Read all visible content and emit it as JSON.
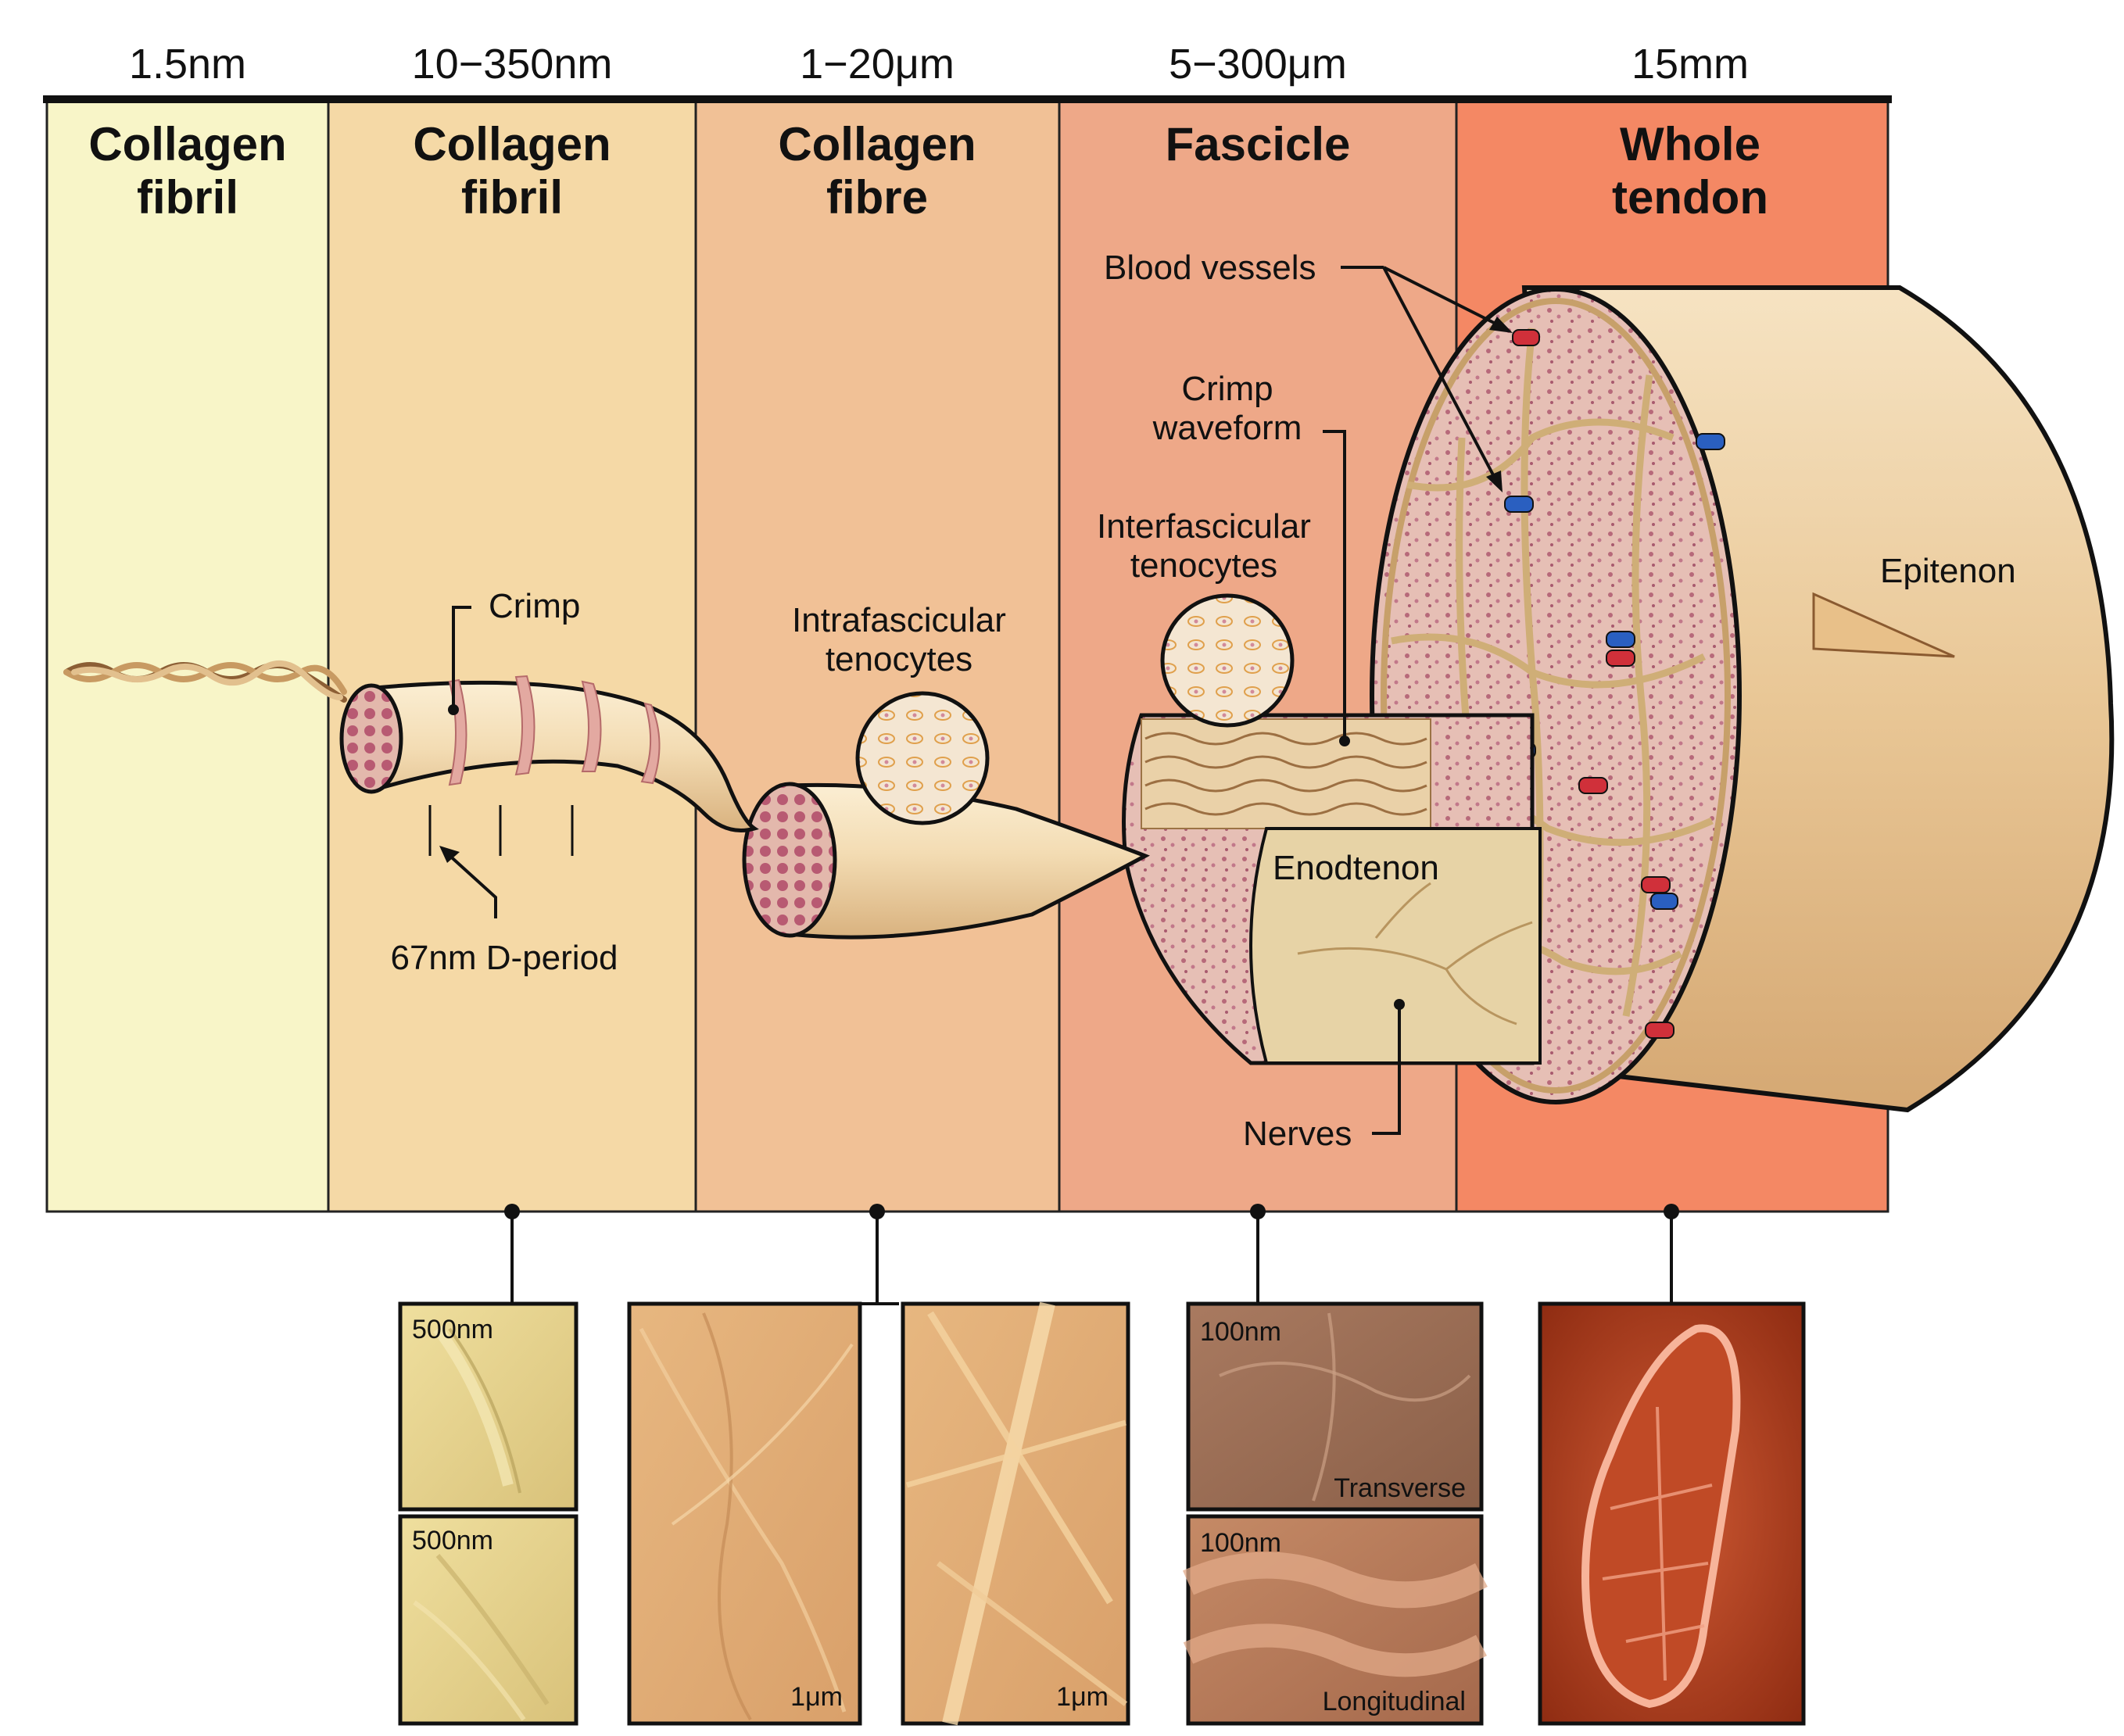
{
  "panels": [
    {
      "scale": "1.5nm",
      "title_line1": "Collagen",
      "title_line2": "fibril",
      "color": "#f8f5c8"
    },
    {
      "scale": "10−350nm",
      "title_line1": "Collagen",
      "title_line2": "fibril",
      "color": "#f5d9a6"
    },
    {
      "scale": "1−20μm",
      "title_line1": "Collagen",
      "title_line2": "fibre",
      "color": "#f1c196"
    },
    {
      "scale": "5−300μm",
      "title_line1": "Fascicle",
      "title_line2": "",
      "color": "#eea888"
    },
    {
      "scale": "15mm",
      "title_line1": "Whole",
      "title_line2": "tendon",
      "color": "#f48864"
    }
  ],
  "labels": {
    "crimp": "Crimp",
    "d_period": "67nm D-period",
    "intrafascicular_1": "Intrafascicular",
    "intrafascicular_2": "tenocytes",
    "interfascicular_1": "Interfascicular",
    "interfascicular_2": "tenocytes",
    "crimp_waveform_1": "Crimp",
    "crimp_waveform_2": "waveform",
    "blood_vessels": "Blood vessels",
    "epitenon": "Epitenon",
    "endotenon": "Enodtenon",
    "nerves": "Nerves"
  },
  "micrographs": {
    "fibril_top": "500nm",
    "fibril_bottom": "500nm",
    "fibre_left": "1μm",
    "fibre_right": "1μm",
    "fascicle_top_scale": "100nm",
    "fascicle_top_view": "Transverse",
    "fascicle_bottom_scale": "100nm",
    "fascicle_bottom_view": "Longitudinal"
  },
  "colors": {
    "tissue_light": "#f3dfb8",
    "tissue_pink": "#dcaaa0",
    "vessel_red": "#d0303a",
    "vessel_blue": "#2a5fc0"
  }
}
